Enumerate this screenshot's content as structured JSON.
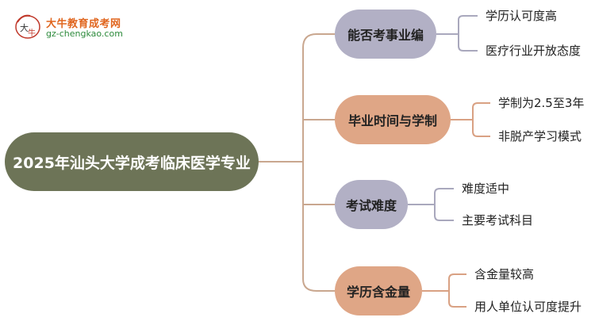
{
  "logo": {
    "title": "大牛教育成考网",
    "url": "gz-chengkao.com",
    "mark_text": "大牛"
  },
  "root": {
    "label": "2025年汕头大学成考临床医学专业"
  },
  "branches": [
    {
      "label": "能否考事业编",
      "children": [
        "学历认可度高",
        "医疗行业开放态度"
      ]
    },
    {
      "label": "毕业时间与学制",
      "children": [
        "学制为2.5至3年",
        "非脱产学习模式"
      ]
    },
    {
      "label": "考试难度",
      "children": [
        "难度适中",
        "主要考试科目"
      ]
    },
    {
      "label": "学历含金量",
      "children": [
        "含金量较高",
        "用人单位认可度提升"
      ]
    }
  ],
  "colors": {
    "root": "#6d7457",
    "branch_purple": "#b2b0c5",
    "branch_orange": "#dfa686",
    "line_root": "#c9a78f",
    "line_purple": "#a9a8bd",
    "line_orange": "#d9a183"
  }
}
